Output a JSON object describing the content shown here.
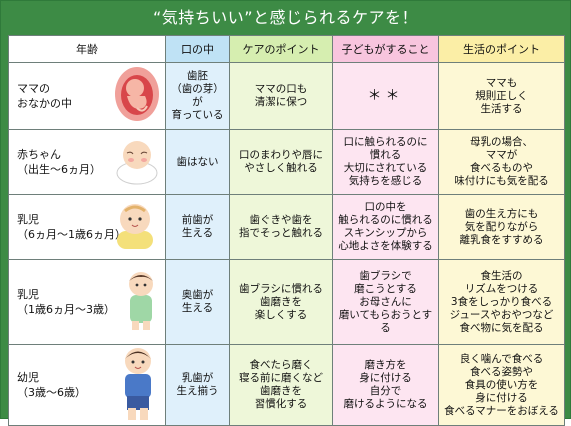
{
  "title": "“気持ちいい”と感じられるケアを！",
  "headers": {
    "age": "年齢",
    "mouth": "口の中",
    "care": "ケアのポイント",
    "child": "子どもがすること",
    "life": "生活のポイント"
  },
  "rows": [
    {
      "age": [
        "ママの",
        "おなかの中"
      ],
      "mouth": [
        "歯胚",
        "（歯の芽）が",
        "育っている"
      ],
      "care": [
        "ママの口も",
        "清潔に保つ"
      ],
      "child": [
        "＊＊"
      ],
      "life": [
        "ママも",
        "規則正しく",
        "生活する"
      ],
      "illustration_icon": "fetus-icon"
    },
    {
      "age": [
        "赤ちゃん",
        "（出生〜6ヵ月）"
      ],
      "mouth": [
        "歯はない"
      ],
      "care": [
        "口のまわりや唇に",
        "やさしく触れる"
      ],
      "child": [
        "口に触られるのに",
        "慣れる",
        "大切にされている",
        "気持ちを感じる"
      ],
      "life": [
        "母乳の場合、",
        "ママが",
        "食べるものや",
        "味付けにも気を配る"
      ],
      "illustration_icon": "sleeping-baby-icon"
    },
    {
      "age": [
        "乳児",
        "（6ヵ月〜1歳6ヵ月）"
      ],
      "mouth": [
        "前歯が",
        "生える"
      ],
      "care": [
        "歯ぐきや歯を",
        "指でそっと触れる"
      ],
      "child": [
        "口の中を",
        "触られるのに慣れる",
        "スキンシップから",
        "心地よさを体験する"
      ],
      "life": [
        "歯の生え方にも",
        "気を配りながら",
        "離乳食をすすめる"
      ],
      "illustration_icon": "crawling-baby-icon"
    },
    {
      "age": [
        "乳児",
        "（1歳6ヵ月〜3歳）"
      ],
      "mouth": [
        "奥歯が",
        "生える"
      ],
      "care": [
        "歯ブラシに慣れる",
        "歯磨きを",
        "楽しくする"
      ],
      "child": [
        "歯ブラシで",
        "磨こうとする",
        "お母さんに",
        "磨いてもらおうとする"
      ],
      "life": [
        "食生活の",
        "リズムをつける",
        "3食をしっかり食べる",
        "ジュースやおやつなど",
        "食べ物に気を配る"
      ],
      "illustration_icon": "toddler-icon"
    },
    {
      "age": [
        "幼児",
        "（3歳〜6歳）"
      ],
      "mouth": [
        "乳歯が",
        "生え揃う"
      ],
      "care": [
        "食べたら磨く",
        "寝る前に磨くなど",
        "歯磨きを",
        "習慣化する"
      ],
      "child": [
        "磨き方を",
        "身に付ける",
        "自分で",
        "磨けるようになる"
      ],
      "life": [
        "良く噛んで食べる",
        "食べる姿勢や",
        "食具の使い方を",
        "身に付ける",
        "食べるマナーをおぼえる"
      ],
      "illustration_icon": "boy-icon"
    }
  ],
  "colors": {
    "frame_green": "#3d8b45",
    "mouth_blue": "#dff0fb",
    "care_green": "#eef7d9",
    "child_pink": "#fde5f1",
    "life_yellow": "#fdf8d5"
  }
}
